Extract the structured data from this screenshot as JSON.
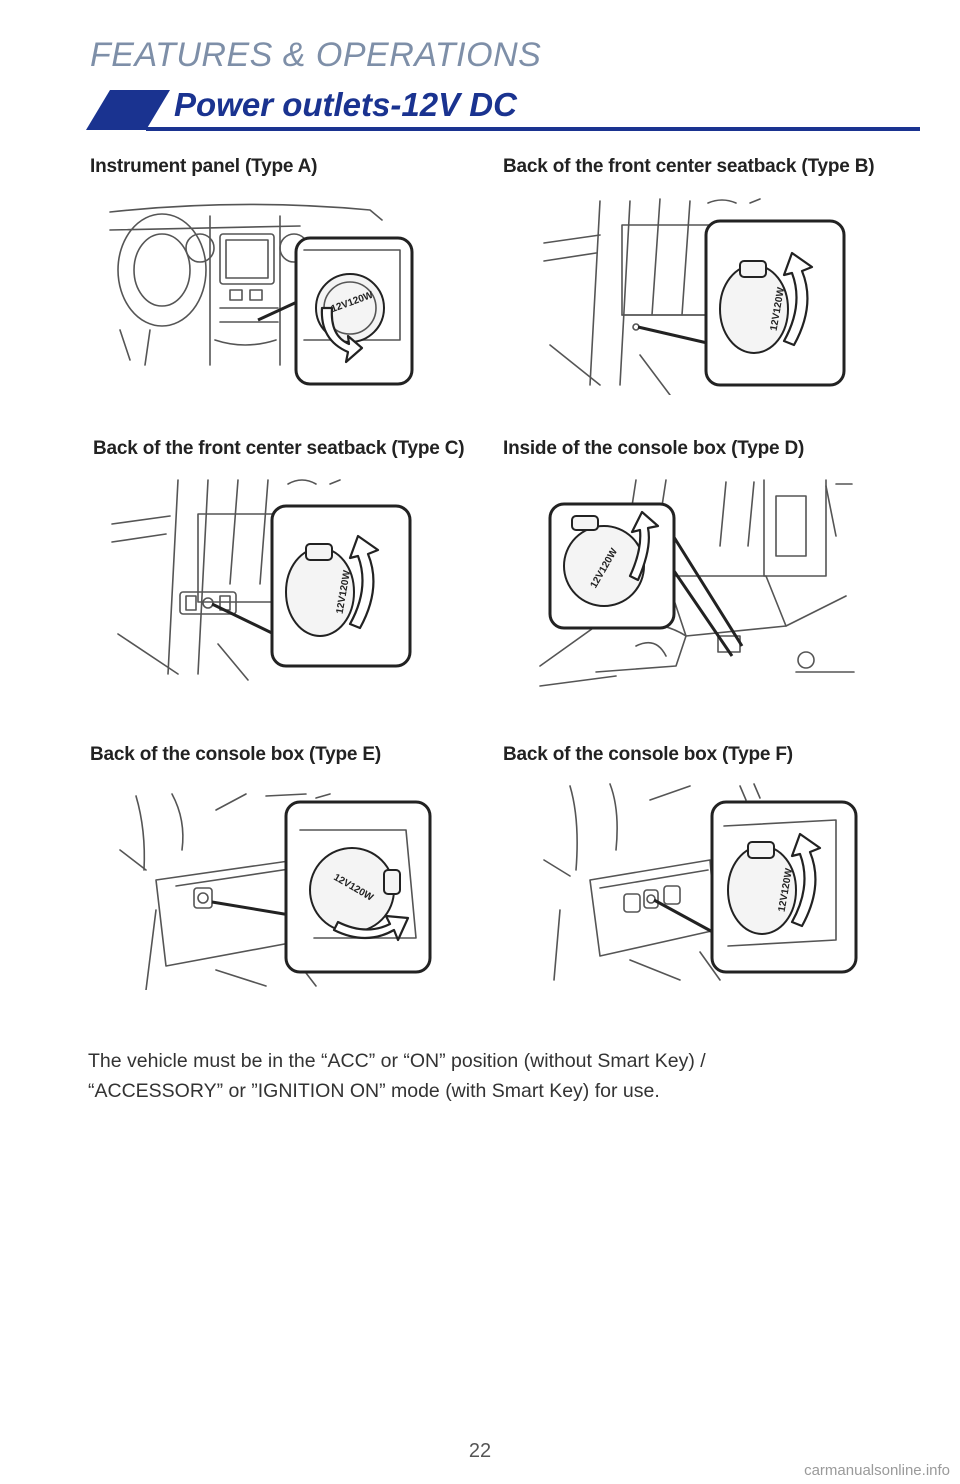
{
  "header": {
    "section": "FEATURES & OPERATIONS",
    "title": "Power outlets-12V DC",
    "banner_color": "#1a3390"
  },
  "panels": [
    {
      "caption": "Instrument panel (Type A)",
      "cap_label": "12V120W"
    },
    {
      "caption": "Back of the front center seatback (Type B)",
      "cap_label": "12V120W"
    },
    {
      "caption": "Back of the front center seatback (Type C)",
      "cap_label": "12V120W"
    },
    {
      "caption": "Inside of the console box (Type D)",
      "cap_label": "12V120W"
    },
    {
      "caption": "Back of the console box (Type E)",
      "cap_label": "12V120W"
    },
    {
      "caption": "Back of the console box (Type F)",
      "cap_label": "12V120W"
    }
  ],
  "note": {
    "line1": "The vehicle must be in the “ACC” or “ON” position (without Smart Key) /",
    "line2": "“ACCESSORY” or ”IGNITION ON” mode (with Smart Key) for use."
  },
  "footer": {
    "page_number": "22",
    "watermark": "carmanualsonline.info"
  },
  "icons": [
    "power-outlet-cap-icon",
    "rotate-arrow-icon"
  ]
}
